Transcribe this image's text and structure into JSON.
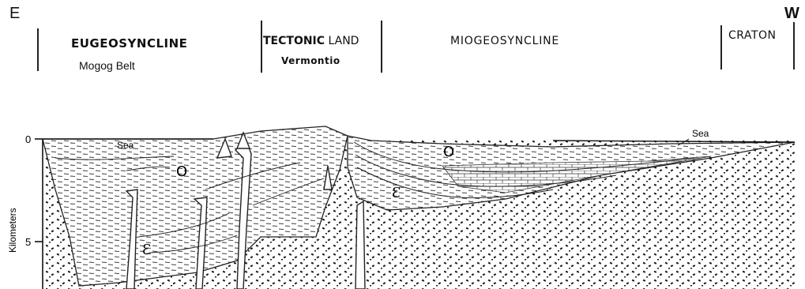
{
  "orientation": {
    "east": "E",
    "west": "W"
  },
  "zones": {
    "eugeosyncline": "EUGEOSYNCLINE",
    "mogog_belt": "Mogog  Belt",
    "tectonic_land_bold": "TECTONIC",
    "tectonic_land_rest": " LAND",
    "vermontia": "Vermontio",
    "miogeosyncline": "MIOGEOSYNCLINE",
    "craton": "CRATON"
  },
  "section": {
    "sea_left": "Sea",
    "sea_right": "Sea",
    "ordovician_symbol": "O",
    "cambrian_symbol": "Ɛ"
  },
  "depth_axis": {
    "label": "Kilometers",
    "ticks": [
      "0",
      "5"
    ]
  }
}
